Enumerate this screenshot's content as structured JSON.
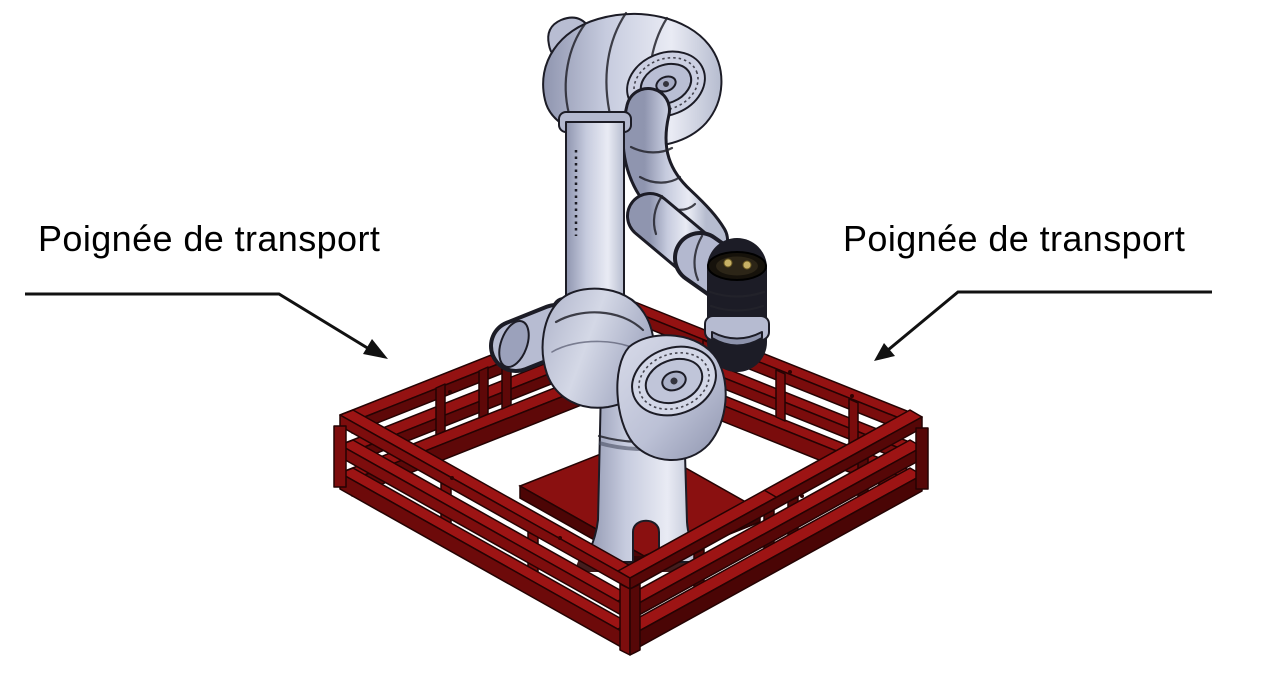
{
  "callouts": {
    "left": {
      "label": "Poignée de transport"
    },
    "right": {
      "label": "Poignée de transport"
    }
  },
  "icons": {
    "left_leader_arrow": "arrow-down-right",
    "right_leader_arrow": "arrow-down-left"
  },
  "illustration": {
    "subject": "robot-arm-on-transport-frame"
  },
  "colors": {
    "background": "#ffffff",
    "label_text": "#000000",
    "leader_line": "#111111",
    "frame_red_top": "#9d1414",
    "frame_red_front": "#7d0d0d",
    "frame_red_side": "#560707",
    "frame_red_dark": "#4a0505",
    "robot_body_light": "#e9ebf4",
    "robot_body": "#c6cbde",
    "robot_body_shadow": "#8f95af",
    "robot_outline": "#1c1c26",
    "tool_cap_black": "#16120b",
    "connector_gold": "#c7b166"
  }
}
